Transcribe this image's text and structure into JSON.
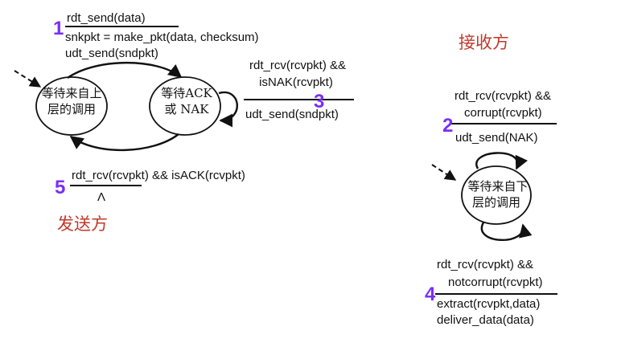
{
  "sender": {
    "role_label": "发送方",
    "state_wait_call": [
      "等待来自上",
      "层的调用"
    ],
    "state_wait_ack": [
      "等待ACK",
      "或 NAK"
    ],
    "t1": {
      "number": "1",
      "event": "rdt_send(data)",
      "actions": [
        "snkpkt = make_pkt(data, checksum)",
        "udt_send(sndpkt)"
      ]
    },
    "t3": {
      "number": "3",
      "event": [
        "rdt_rcv(rcvpkt) &&",
        "isNAK(rcvpkt)"
      ],
      "action": "udt_send(sndpkt)"
    },
    "t5": {
      "number": "5",
      "event": "rdt_rcv(rcvpkt) && isACK(rcvpkt)",
      "action": "Λ"
    }
  },
  "receiver": {
    "role_label": "接收方",
    "state_wait_call": [
      "等待来自下",
      "层的调用"
    ],
    "t2": {
      "number": "2",
      "event": [
        "rdt_rcv(rcvpkt) &&",
        "corrupt(rcvpkt)"
      ],
      "action": "udt_send(NAK)"
    },
    "t4": {
      "number": "4",
      "event": [
        "rdt_rcv(rcvpkt) &&",
        "notcorrupt(rcvpkt)"
      ],
      "actions": [
        "extract(rcvpkt,data)",
        "deliver_data(data)"
      ]
    }
  },
  "colors": {
    "role": "#c0392b",
    "number": "#7b2ff2",
    "ink": "#111111"
  }
}
